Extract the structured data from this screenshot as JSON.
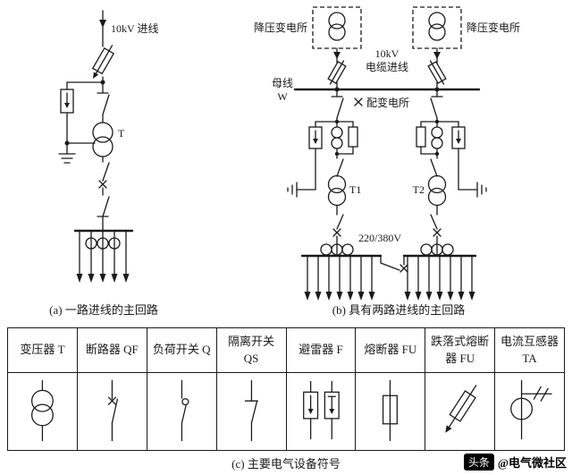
{
  "panel_a": {
    "caption": "(a) 一路进线的主回路",
    "labels": {
      "incoming": "10kV 进线",
      "transformer": "T"
    }
  },
  "panel_b": {
    "caption": "(b) 具有两路进线的主回路",
    "labels": {
      "substation_left": "降压变电所",
      "substation_right": "降压变电所",
      "cable_line1": "10kV",
      "cable_line2": "电缆进线",
      "busbar_line1": "母线",
      "busbar_line2": "W",
      "distribution": "配变电所",
      "t1": "T1",
      "t2": "T2",
      "lv_voltage": "220/380V"
    }
  },
  "panel_c": {
    "caption": "(c) 主要电气设备符号",
    "symbols": [
      {
        "label": "变压器 T",
        "icon": "transformer-icon"
      },
      {
        "label": "断路器 QF",
        "icon": "circuit-breaker-icon"
      },
      {
        "label": "负荷开关 Q",
        "icon": "load-switch-icon"
      },
      {
        "label": "隔离开关 QS",
        "icon": "isolating-switch-icon"
      },
      {
        "label": "避雷器 F",
        "icon": "arrester-icon"
      },
      {
        "label": "熔断器 FU",
        "icon": "fuse-icon"
      },
      {
        "label": "跌落式熔断器 FU",
        "icon": "dropout-fuse-icon"
      },
      {
        "label": "电流互感器 TA",
        "icon": "current-transformer-icon"
      }
    ]
  },
  "watermark": {
    "badge": "头条",
    "handle": "@电气微社区"
  },
  "colors": {
    "line": "#1a1a1a",
    "background": "#ffffff",
    "watermark_badge": "#000000"
  }
}
